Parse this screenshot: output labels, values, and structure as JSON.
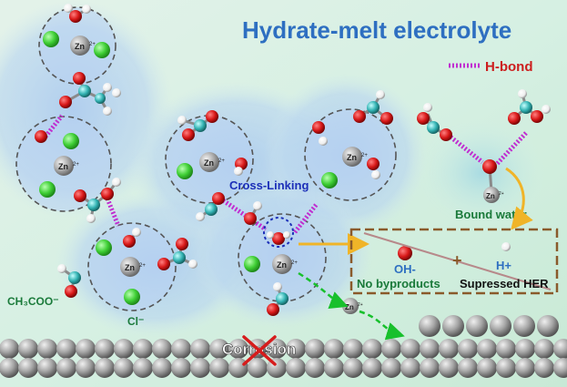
{
  "title": "Hydrate-melt electrolyte",
  "legend": {
    "hbond_label": "H-bond"
  },
  "labels": {
    "zn": "Zn",
    "zn_charge": "2+",
    "cross_linking": "Cross-Linking",
    "bound_water": "Bound water",
    "h_plus": "H+",
    "oh_minus": "OH-",
    "plus": "+",
    "no_byproducts": "No byproducts",
    "suppressed_her": "Supressed HER",
    "acetate": "CH₃COO⁻",
    "chloride": "Cl⁻",
    "corrosion": "Corrosion"
  },
  "colors": {
    "title": "#2e6fc1",
    "hbond": "#c02fd0",
    "accent_green": "#1a7a3a",
    "accent_red": "#cc1e1e",
    "arrow_gold": "#f0b428",
    "box_border": "#8a5a2b",
    "cross_link_blue": "#1c2fb8",
    "zn_sphere": "#9a9a9a",
    "cl_sphere": "#49d63d",
    "oxygen": "#cc1010",
    "carbon": "#2aa5a5",
    "hydrogen": "#ffffff"
  }
}
